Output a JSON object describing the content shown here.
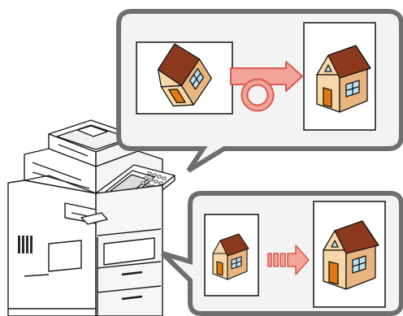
{
  "figure": {
    "subject": "multifunction-printer",
    "top_bubble": {
      "feature": "skew-correction",
      "source_page": "rotated-house-image",
      "result_page": "upright-house-image",
      "connector_icon": "rotate-arrow"
    },
    "bottom_bubble": {
      "feature": "enlarge",
      "source_page": "small-house-image",
      "result_page": "large-house-image",
      "connector_icon": "dashed-right-arrow"
    }
  },
  "colors": {
    "bubble_fill": "#f3f3f3",
    "bubble_stroke": "#6e6e6e",
    "roof": "#8b3a1e",
    "wall_front": "#f7d7a8",
    "wall_side": "#e9b57f",
    "door": "#e07a10",
    "window": "#bfe0ee",
    "arrow_fill": "#f3a49a",
    "arrow_stroke": "#d85a4e"
  }
}
